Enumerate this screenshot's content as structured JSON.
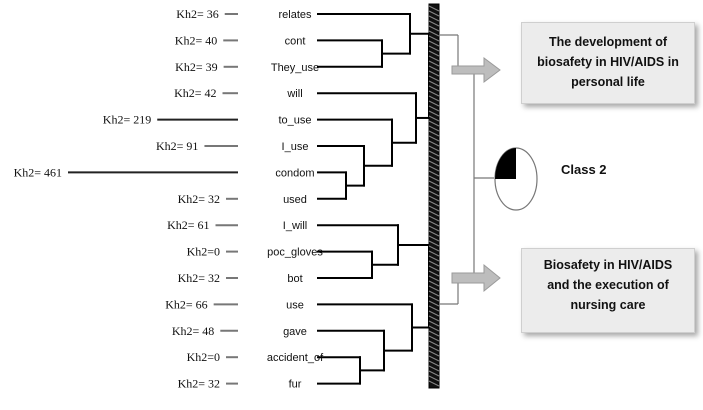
{
  "items": [
    {
      "kh": "Kh2= 36",
      "word": "relates",
      "chi": 36
    },
    {
      "kh": "Kh2= 40",
      "word": "cont",
      "chi": 40
    },
    {
      "kh": "Kh2= 39",
      "word": "They_use",
      "chi": 39
    },
    {
      "kh": "Kh2= 42",
      "word": "will",
      "chi": 42
    },
    {
      "kh": "Kh2= 219",
      "word": "to_use",
      "chi": 219
    },
    {
      "kh": "Kh2= 91",
      "word": "I_use",
      "chi": 91
    },
    {
      "kh": "Kh2= 461",
      "word": "condom",
      "chi": 461
    },
    {
      "kh": "Kh2= 32",
      "word": "used",
      "chi": 32
    },
    {
      "kh": "Kh2= 61",
      "word": "I_will",
      "chi": 61
    },
    {
      "kh": "Kh2=0",
      "word": "poc_gloves",
      "chi": 0
    },
    {
      "kh": "Kh2= 32",
      "word": "bot",
      "chi": 32
    },
    {
      "kh": "Kh2= 66",
      "word": "use",
      "chi": 66
    },
    {
      "kh": "Kh2= 48",
      "word": "gave",
      "chi": 48
    },
    {
      "kh": "Kh2=0",
      "word": "accident_of",
      "chi": 0
    },
    {
      "kh": "Kh2= 32",
      "word": "fur",
      "chi": 32
    }
  ],
  "boxes": {
    "top": [
      "The development of",
      "biosafety in HIV/AIDS in",
      "personal life"
    ],
    "bottom": [
      "Biosafety in HIV/AIDS",
      "and the execution of",
      "nursing care"
    ]
  },
  "class_label": "Class 2",
  "pie_fraction": 0.25,
  "colors": {
    "line": "#000000",
    "arrow": "#b5b5b5",
    "box_bg": "#ececec"
  }
}
